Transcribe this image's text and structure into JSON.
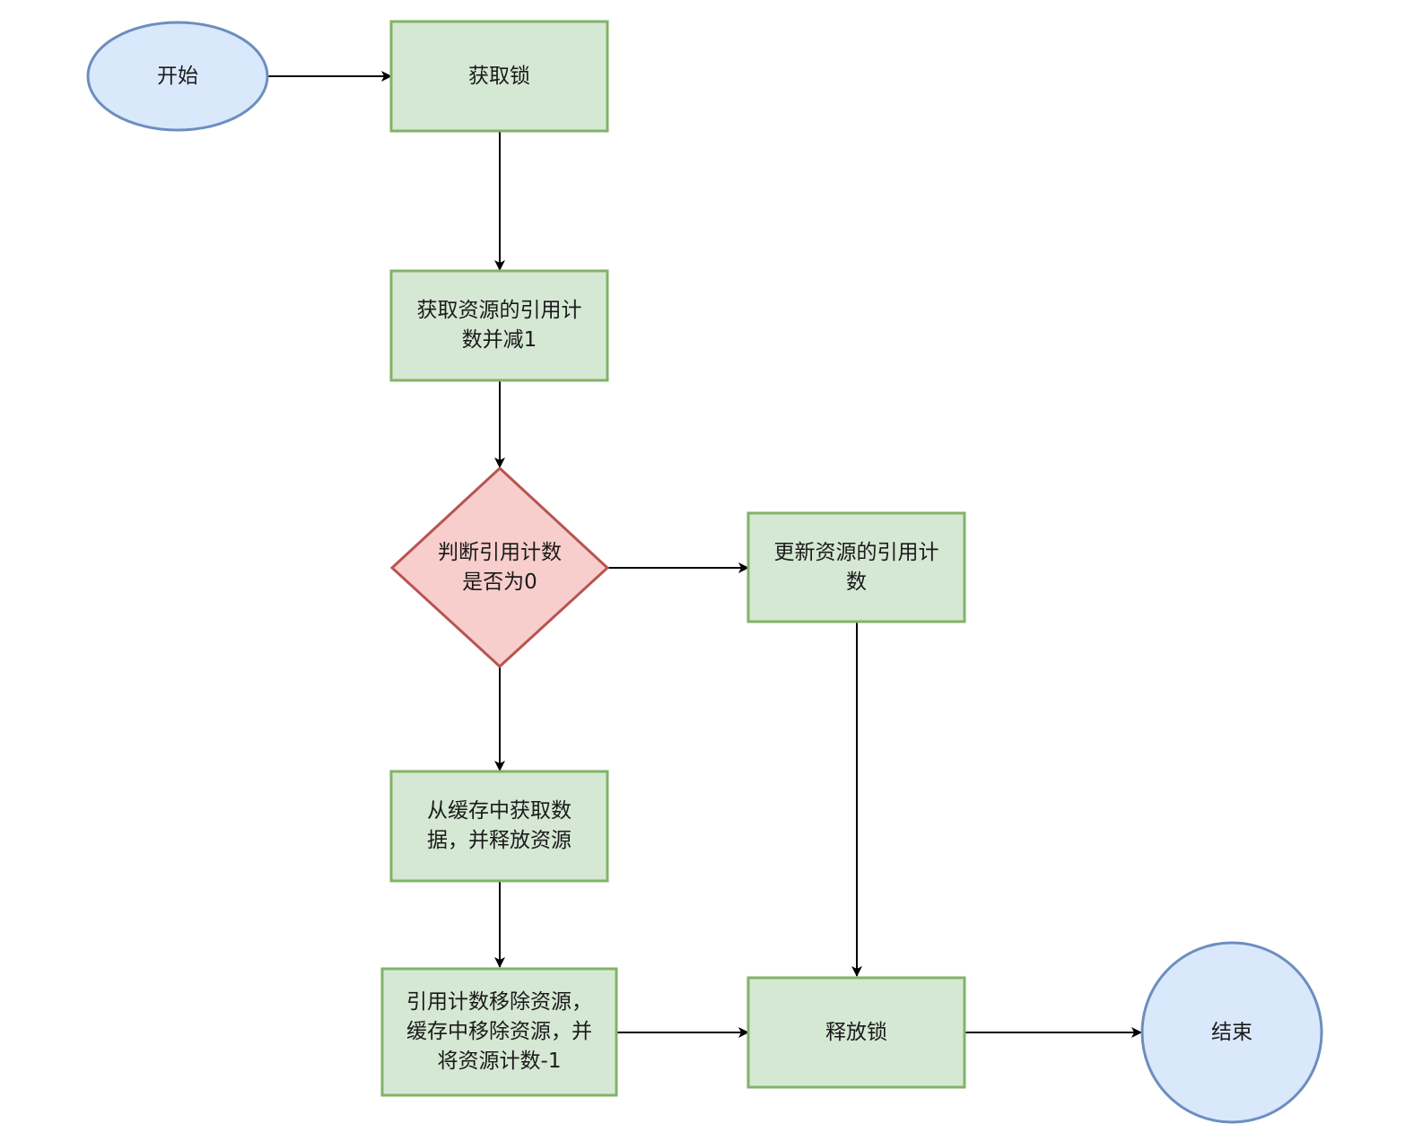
{
  "colors": {
    "terminal_fill": "#dae8fc",
    "terminal_stroke": "#6c8ebf",
    "process_fill": "#d5e8d4",
    "process_stroke": "#82b366",
    "decision_fill": "#f8cecc",
    "decision_stroke": "#b85450",
    "edge": "#000000"
  },
  "nodes": {
    "start": {
      "lines": [
        "开始"
      ]
    },
    "acquire_lock": {
      "lines": [
        "获取锁"
      ]
    },
    "get_refcount": {
      "lines": [
        "获取资源的引用计",
        "数并减1"
      ]
    },
    "check_zero": {
      "lines": [
        "判断引用计数",
        "是否为0"
      ]
    },
    "update_refcount": {
      "lines": [
        "更新资源的引用计",
        "数"
      ]
    },
    "fetch_cache": {
      "lines": [
        "从缓存中获取数",
        "据，并释放资源"
      ]
    },
    "remove_resource": {
      "lines": [
        "引用计数移除资源，",
        "缓存中移除资源，并",
        "将资源计数-1"
      ]
    },
    "release_lock": {
      "lines": [
        "释放锁"
      ]
    },
    "end": {
      "lines": [
        "结束"
      ]
    }
  }
}
